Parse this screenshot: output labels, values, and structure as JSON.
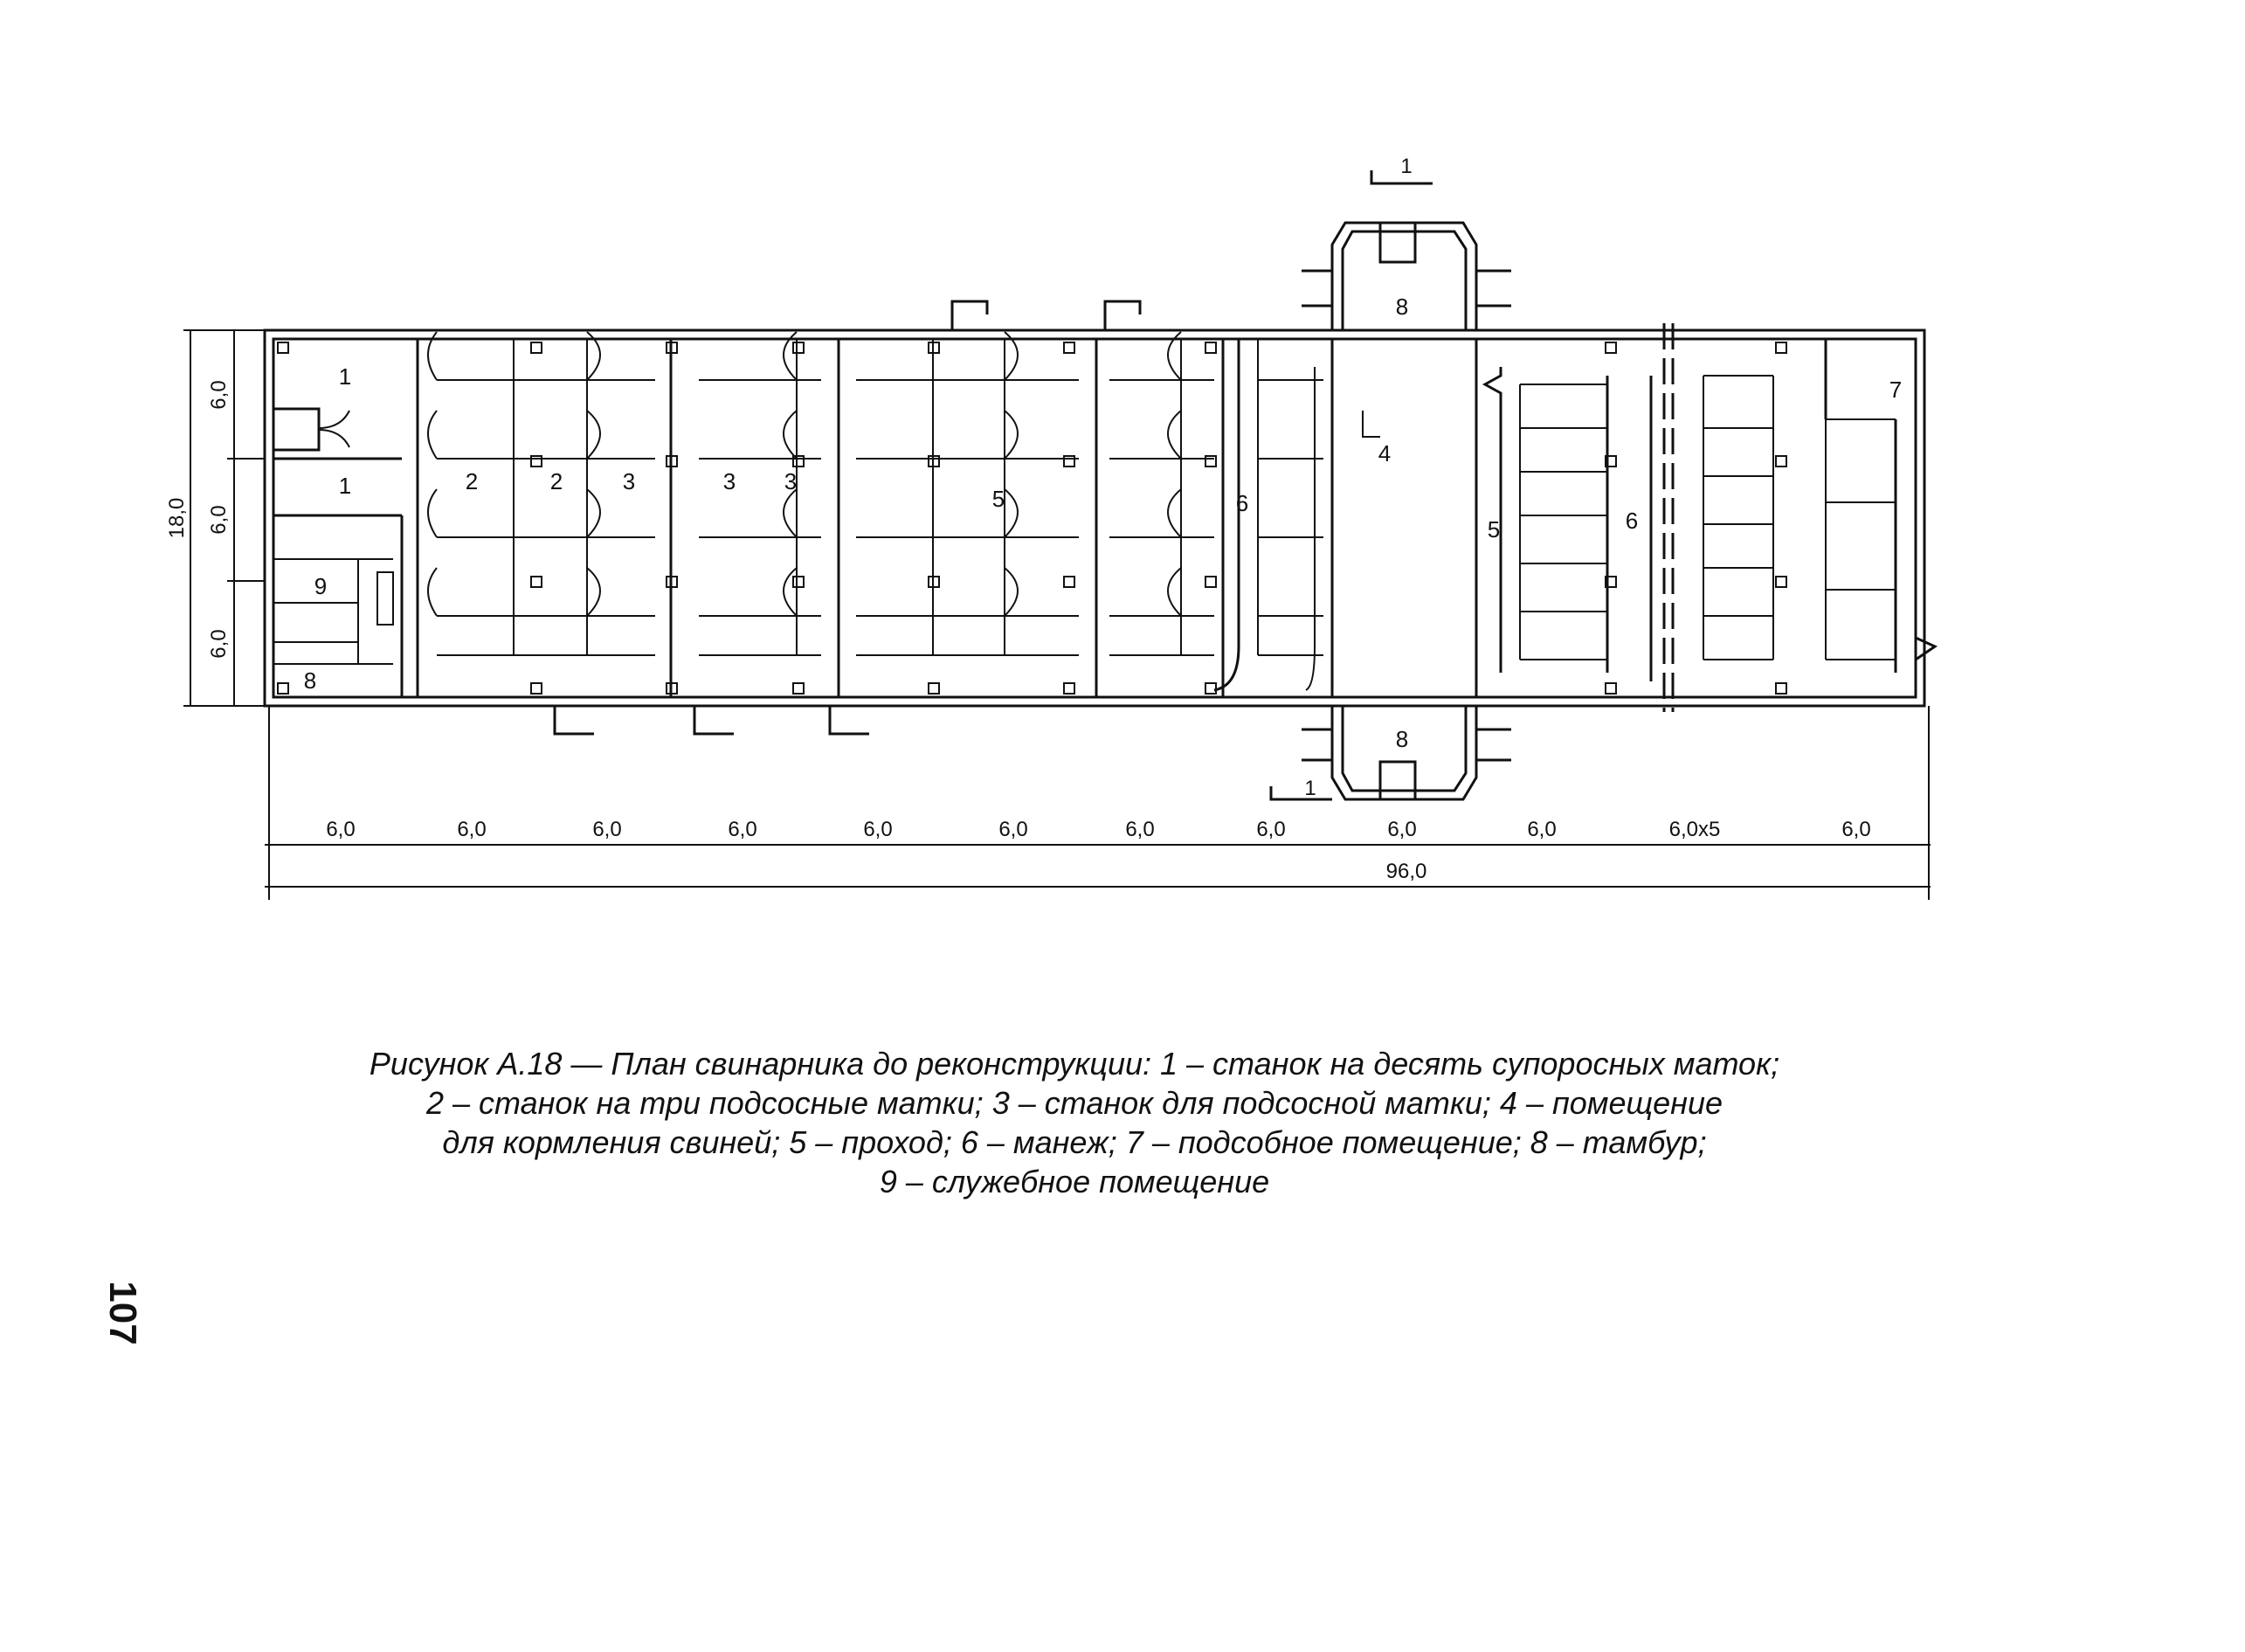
{
  "plan": {
    "top_dims": [
      "6,0",
      "6,0",
      "6,0",
      "6,0",
      "6,0",
      "6,0",
      "6,0",
      "6,0",
      "6,0",
      "6,0",
      "6,0x5",
      "6,0"
    ],
    "total_dim": "96,0",
    "left_dims": [
      "6,0",
      "6,0",
      "6,0"
    ],
    "left_total_dim": "18,0",
    "section_mark": "1",
    "room_labels": {
      "r1a": "1",
      "r1b": "1",
      "r2a": "2",
      "r2b": "2",
      "r3a": "3",
      "r3b": "3",
      "r3c": "3",
      "r4": "4",
      "r5a": "5",
      "r5b": "5",
      "r6a": "6",
      "r6b": "6",
      "r7": "7",
      "r8a": "8",
      "r8b": "8",
      "r8c": "8",
      "r9": "9"
    }
  },
  "caption": {
    "line1": "Рисунок А.18 — План свинарника до реконструкции: 1 – станок на десять супоросных маток;",
    "line2": "2 – станок на три подсосные матки; 3 – станок для подсосной матки; 4 – помещение",
    "line3": "для кормления свиней; 5 – проход; 6 – манеж; 7 – подсобное помещение; 8 – тамбур;",
    "line4": "9 – служебное помещение"
  },
  "page_number": "107"
}
